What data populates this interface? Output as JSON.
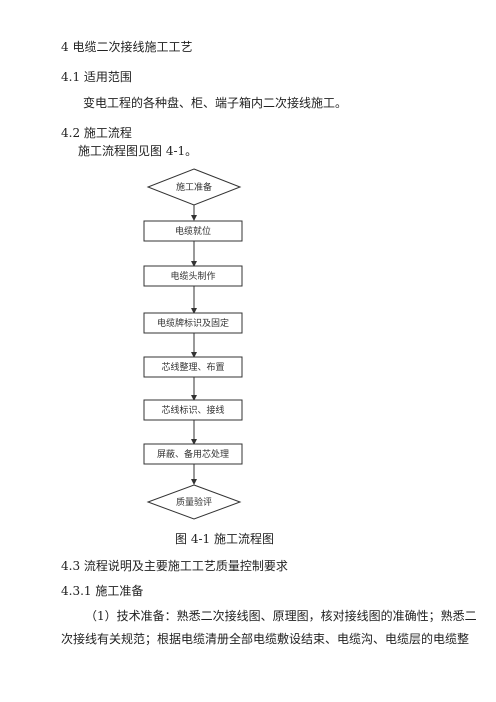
{
  "sections": {
    "s4_title": "4 电缆二次接线施工工艺",
    "s41_title": "4.1 适用范围",
    "s41_text": "变电工程的各种盘、柜、端子箱内二次接线施工。",
    "s42_title": "4.2 施工流程",
    "s42_text": "施工流程图见图 4-1。",
    "s43_title": "4.3 流程说明及主要施工工艺质量控制要求",
    "s431_title": "4.3.1  施工准备",
    "s431_text_line1": "（1）技术准备：熟悉二次接线图、原理图，核对接线图的准确性；熟悉二",
    "s431_text_line2": "次接线有关规范；根据电缆清册全部电缆敷设结束、电缆沟、电缆层的电缆整"
  },
  "flowchart": {
    "start": "施工准备",
    "steps": [
      "电缆就位",
      "电缆头制作",
      "电缆牌标识及固定",
      "芯线整理、布置",
      "芯线标识、接线",
      "屏蔽、备用芯处理"
    ],
    "end": "质量验评"
  },
  "figure": {
    "caption": "图 4-1 施工流程图"
  }
}
